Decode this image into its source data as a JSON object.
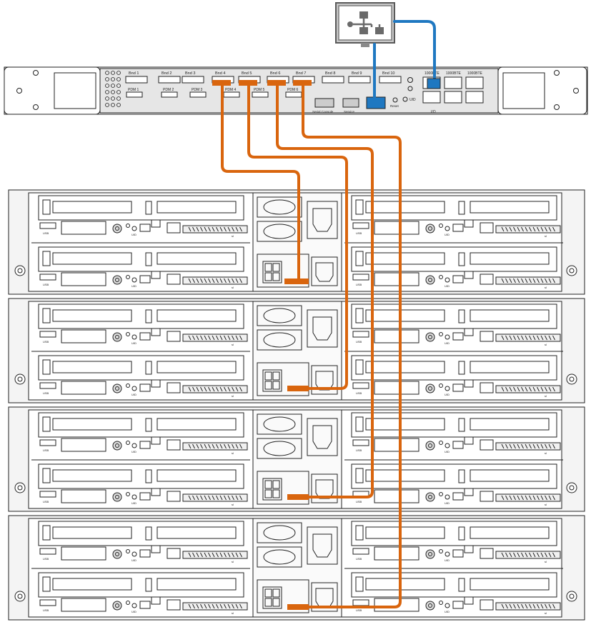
{
  "colors": {
    "outline": "#222222",
    "chassis_fill": "#f4f4f4",
    "panel_fill": "#e6e6e6",
    "computer_fill": "#c8c8c8",
    "network_cable": "#1f78c1",
    "ipmi_cable": "#d9650e"
  },
  "icons": {
    "computer": "computer-network-icon"
  },
  "rcm": {
    "bays": [
      {
        "label": "Bnd 1",
        "connected": false
      },
      {
        "label": "Bnd 2",
        "connected": false
      },
      {
        "label": "Bnd 3",
        "connected": false
      },
      {
        "label": "Bnd 4",
        "connected": true
      },
      {
        "label": "Bnd 5",
        "connected": true
      },
      {
        "label": "Bnd 6",
        "connected": true
      },
      {
        "label": "Bnd 7",
        "connected": true
      },
      {
        "label": "Bnd 8",
        "connected": false
      },
      {
        "label": "Bnd 9",
        "connected": false
      },
      {
        "label": "Bnd 10",
        "connected": false
      }
    ],
    "pdm_labels": [
      "PDM 1",
      "PDM 2",
      "PDM 3",
      "PDM 4",
      "PDM 5",
      "PDM 6"
    ],
    "serial_console_label": "Serial Console",
    "service_label": "Service",
    "reset_label": "Reset",
    "uid_label": "UID",
    "lan_labels": [
      "1000BTE",
      "1000BTE",
      "1000BTE"
    ],
    "io_label": "I/O"
  },
  "chassis": {
    "count": 4,
    "usb_label": "USB",
    "uid_label": "UID",
    "slot_label": "sl"
  }
}
